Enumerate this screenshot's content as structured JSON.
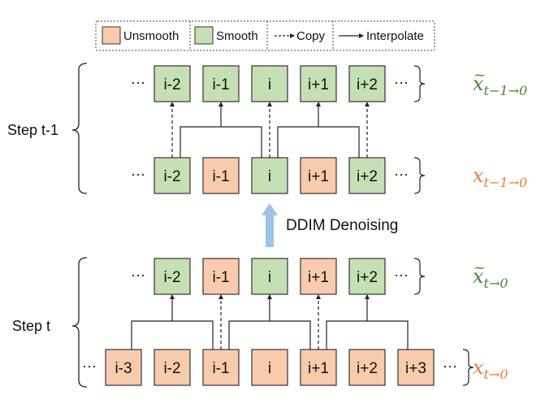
{
  "colors": {
    "unsmooth_fill": "#f8cbad",
    "smooth_fill": "#c5e0b4",
    "box_stroke": "#333333",
    "green_label": "#548235",
    "orange_label": "#ed7d31",
    "ddim_arrow": "#9dc3e6"
  },
  "legend": {
    "items": [
      {
        "label": "Unsmooth",
        "type": "swatch",
        "kind": "unsmooth"
      },
      {
        "label": "Smooth",
        "type": "swatch",
        "kind": "smooth"
      },
      {
        "label": "Copy",
        "type": "dashed-arrow"
      },
      {
        "label": "Interpolate",
        "type": "solid-arrow"
      }
    ]
  },
  "steps": [
    {
      "label": "Step t-1",
      "rows": [
        {
          "name": "top",
          "math_base": "x",
          "math_tilde": true,
          "math_sub": "t−1→0",
          "label_color": "green",
          "ellipsis": "···",
          "boxes": [
            {
              "text": "i-2",
              "kind": "smooth"
            },
            {
              "text": "i-1",
              "kind": "smooth"
            },
            {
              "text": "i",
              "kind": "smooth"
            },
            {
              "text": "i+1",
              "kind": "smooth"
            },
            {
              "text": "i+2",
              "kind": "smooth"
            }
          ]
        },
        {
          "name": "bottom",
          "math_base": "x",
          "math_tilde": false,
          "math_sub": "t−1→0",
          "label_color": "orange",
          "ellipsis": "···",
          "boxes": [
            {
              "text": "i-2",
              "kind": "smooth"
            },
            {
              "text": "i-1",
              "kind": "unsmooth"
            },
            {
              "text": "i",
              "kind": "smooth"
            },
            {
              "text": "i+1",
              "kind": "unsmooth"
            },
            {
              "text": "i+2",
              "kind": "smooth"
            }
          ]
        }
      ]
    },
    {
      "label": "Step t",
      "rows": [
        {
          "name": "top",
          "math_base": "x",
          "math_tilde": true,
          "math_sub": "t→0",
          "label_color": "green",
          "ellipsis": "···",
          "boxes": [
            {
              "text": "i-2",
              "kind": "smooth"
            },
            {
              "text": "i-1",
              "kind": "unsmooth"
            },
            {
              "text": "i",
              "kind": "smooth"
            },
            {
              "text": "i+1",
              "kind": "unsmooth"
            },
            {
              "text": "i+2",
              "kind": "smooth"
            }
          ]
        },
        {
          "name": "bottom",
          "math_base": "x",
          "math_tilde": false,
          "math_sub": "t→0",
          "label_color": "orange",
          "ellipsis": "···",
          "boxes": [
            {
              "text": "i-3",
              "kind": "unsmooth"
            },
            {
              "text": "i-2",
              "kind": "unsmooth"
            },
            {
              "text": "i-1",
              "kind": "unsmooth"
            },
            {
              "text": "i",
              "kind": "unsmooth"
            },
            {
              "text": "i+1",
              "kind": "unsmooth"
            },
            {
              "text": "i+2",
              "kind": "unsmooth"
            },
            {
              "text": "i+3",
              "kind": "unsmooth"
            }
          ]
        }
      ]
    }
  ],
  "connections": {
    "step_t_minus_1": [
      {
        "type": "copy",
        "from": "i-2",
        "to": "i-2"
      },
      {
        "type": "interpolate",
        "from": [
          "i-2",
          "i"
        ],
        "to": "i-1"
      },
      {
        "type": "copy",
        "from": "i",
        "to": "i"
      },
      {
        "type": "interpolate",
        "from": [
          "i",
          "i+2"
        ],
        "to": "i+1"
      },
      {
        "type": "copy",
        "from": "i+2",
        "to": "i+2"
      }
    ],
    "step_t": [
      {
        "type": "interpolate",
        "from": [
          "i-3",
          "i-1"
        ],
        "to": "i-2"
      },
      {
        "type": "copy",
        "from": "i-1",
        "to": "i-1"
      },
      {
        "type": "interpolate",
        "from": [
          "i-1",
          "i+1"
        ],
        "to": "i"
      },
      {
        "type": "copy",
        "from": "i+1",
        "to": "i+1"
      },
      {
        "type": "interpolate",
        "from": [
          "i+1",
          "i+3"
        ],
        "to": "i+2"
      }
    ]
  },
  "ddim": {
    "label": "DDIM Denoising"
  }
}
